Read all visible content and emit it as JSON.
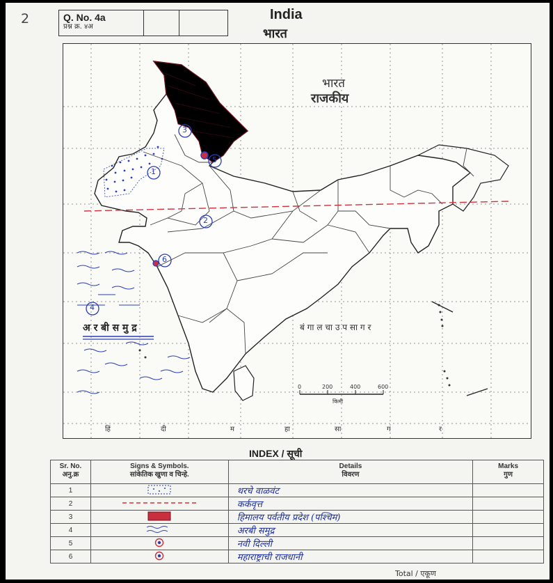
{
  "page_number": "2",
  "question": {
    "number_en": "Q. No. 4a",
    "number_mr": "प्रश्न क्र. ४अ"
  },
  "title": {
    "en": "India",
    "mr": "भारत"
  },
  "map": {
    "label_country": "भारत",
    "label_type": "राजकीय",
    "arabian_sea": "अ र बी  स मु द्र",
    "bay_of_bengal": "बं गा ल चा  उ प सा ग र",
    "indian_ocean": [
      "हिं",
      "दी",
      "म",
      "हा",
      "सा",
      "ग",
      "र"
    ],
    "scale_ticks": [
      "0",
      "200",
      "400",
      "600"
    ],
    "scale_unit": "किमी",
    "markers": [
      "1",
      "2",
      "3",
      "4",
      "5",
      "6"
    ],
    "colors": {
      "himalaya_fill": "#c8303e",
      "tropic_line": "#d0303a",
      "pen": "#2a3db8",
      "capital_dot": "#c83040"
    }
  },
  "index": {
    "title": "INDEX / सूची",
    "headers": {
      "sr_en": "Sr. No.",
      "sr_mr": "अनु.क्र",
      "signs_en": "Signs & Symbols.",
      "signs_mr": "सांकेतिक खुणा व चिन्हे.",
      "details_en": "Details",
      "details_mr": "विवरण",
      "marks_en": "Marks",
      "marks_mr": "गुण"
    },
    "rows": [
      {
        "sr": "1",
        "symbol": "dotted-box",
        "detail": "थरचे वाळवंट",
        "marks": ""
      },
      {
        "sr": "2",
        "symbol": "dashed-red-line",
        "detail": "कर्कवृत्त",
        "marks": ""
      },
      {
        "sr": "3",
        "symbol": "red-fill-box",
        "detail": "हिमालय पर्वतीय प्रदेश (पश्चिम)",
        "marks": ""
      },
      {
        "sr": "4",
        "symbol": "blue-waves",
        "detail": "अरबी समुद्र",
        "marks": ""
      },
      {
        "sr": "5",
        "symbol": "ringed-dot",
        "detail": "नवी दिल्ली",
        "marks": ""
      },
      {
        "sr": "6",
        "symbol": "ringed-dot",
        "detail": "महाराष्ट्राची राजधानी",
        "marks": ""
      }
    ],
    "total_label": "Total / एकूण"
  }
}
